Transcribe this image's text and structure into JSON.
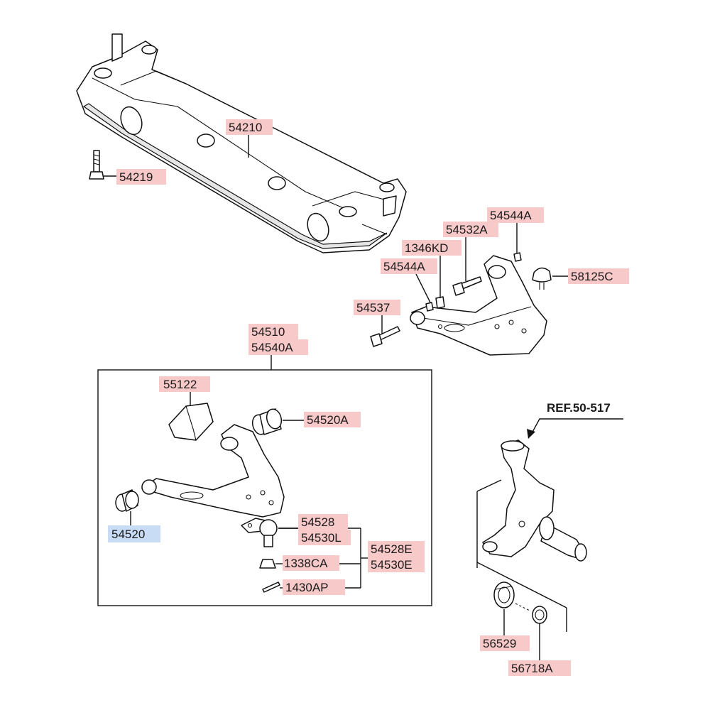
{
  "labels": {
    "crossmember": "54210",
    "crossmember_bolt": "54219",
    "nut_upper": "54544A",
    "bolt_upper": "54532A",
    "bolt_1346": "1346KD",
    "nut_lower": "54544A",
    "bumper": "58125C",
    "bolt_54537": "54537",
    "arm_assy_1": "54510",
    "arm_assy_2": "54540A",
    "stopper": "55122",
    "bushing_a": "54520A",
    "bushing": "54520",
    "ball_joint_1": "54528",
    "ball_joint_2": "54530L",
    "kit_1": "54528E",
    "kit_2": "54530E",
    "nut_1338": "1338CA",
    "pin_1430": "1430AP",
    "seal": "56529",
    "seal_ring": "56718A"
  },
  "reference": "REF.50-517",
  "colors": {
    "label_highlight": "#f8c9c9",
    "selected_highlight": "#c9dcf6",
    "ink": "#111111"
  },
  "selected_label": "bushing"
}
